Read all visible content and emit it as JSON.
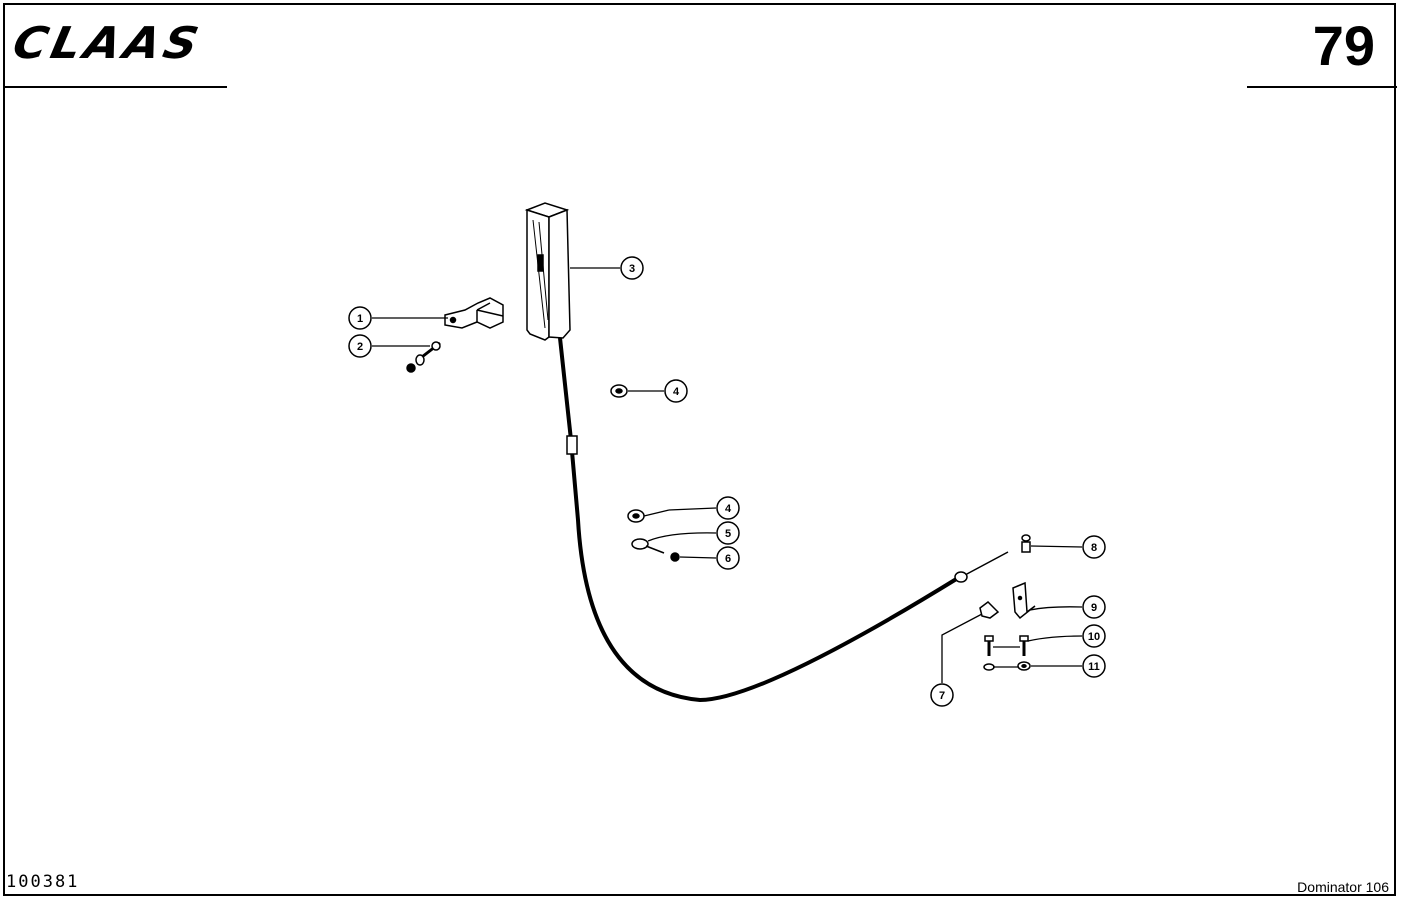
{
  "header": {
    "brand": "CLAAS",
    "page_number": "79"
  },
  "footer": {
    "drawing_number": "100381",
    "model": "Dominator 106"
  },
  "callouts": [
    {
      "id": "c1",
      "label": "1"
    },
    {
      "id": "c2",
      "label": "2"
    },
    {
      "id": "c3",
      "label": "3"
    },
    {
      "id": "c4a",
      "label": "4"
    },
    {
      "id": "c4b",
      "label": "4"
    },
    {
      "id": "c5",
      "label": "5"
    },
    {
      "id": "c6",
      "label": "6"
    },
    {
      "id": "c7",
      "label": "7"
    },
    {
      "id": "c8",
      "label": "8"
    },
    {
      "id": "c9",
      "label": "9"
    },
    {
      "id": "c10",
      "label": "10"
    },
    {
      "id": "c11",
      "label": "11"
    }
  ]
}
